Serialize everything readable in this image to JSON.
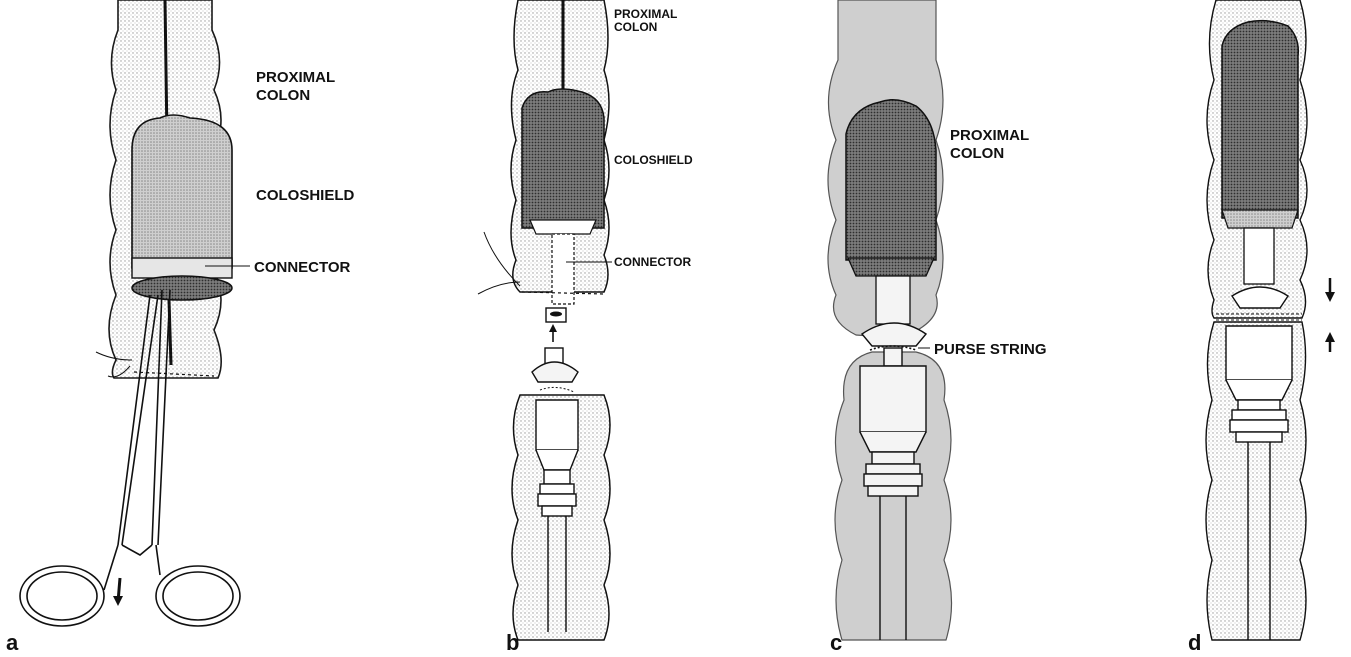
{
  "panels": {
    "a": {
      "letter": "a",
      "labels": {
        "proximal_line1": "PROXIMAL",
        "proximal_line2": "COLON",
        "coloshield": "COLOSHIELD",
        "connector": "CONNECTOR"
      }
    },
    "b": {
      "letter": "b",
      "labels": {
        "proximal_line1": "PROXIMAL",
        "proximal_line2": "COLON",
        "coloshield": "COLOSHIELD",
        "connector": "CONNECTOR"
      }
    },
    "c": {
      "letter": "c",
      "labels": {
        "proximal_line1": "PROXIMAL",
        "proximal_line2": "COLON",
        "purse_string": "PURSE STRING"
      }
    },
    "d": {
      "letter": "d",
      "labels": {}
    }
  },
  "colors": {
    "line": "#1a1a1a",
    "stipple_light": "#d6d6d6",
    "stipple_dark": "#6a6a6a",
    "background": "#ffffff"
  }
}
